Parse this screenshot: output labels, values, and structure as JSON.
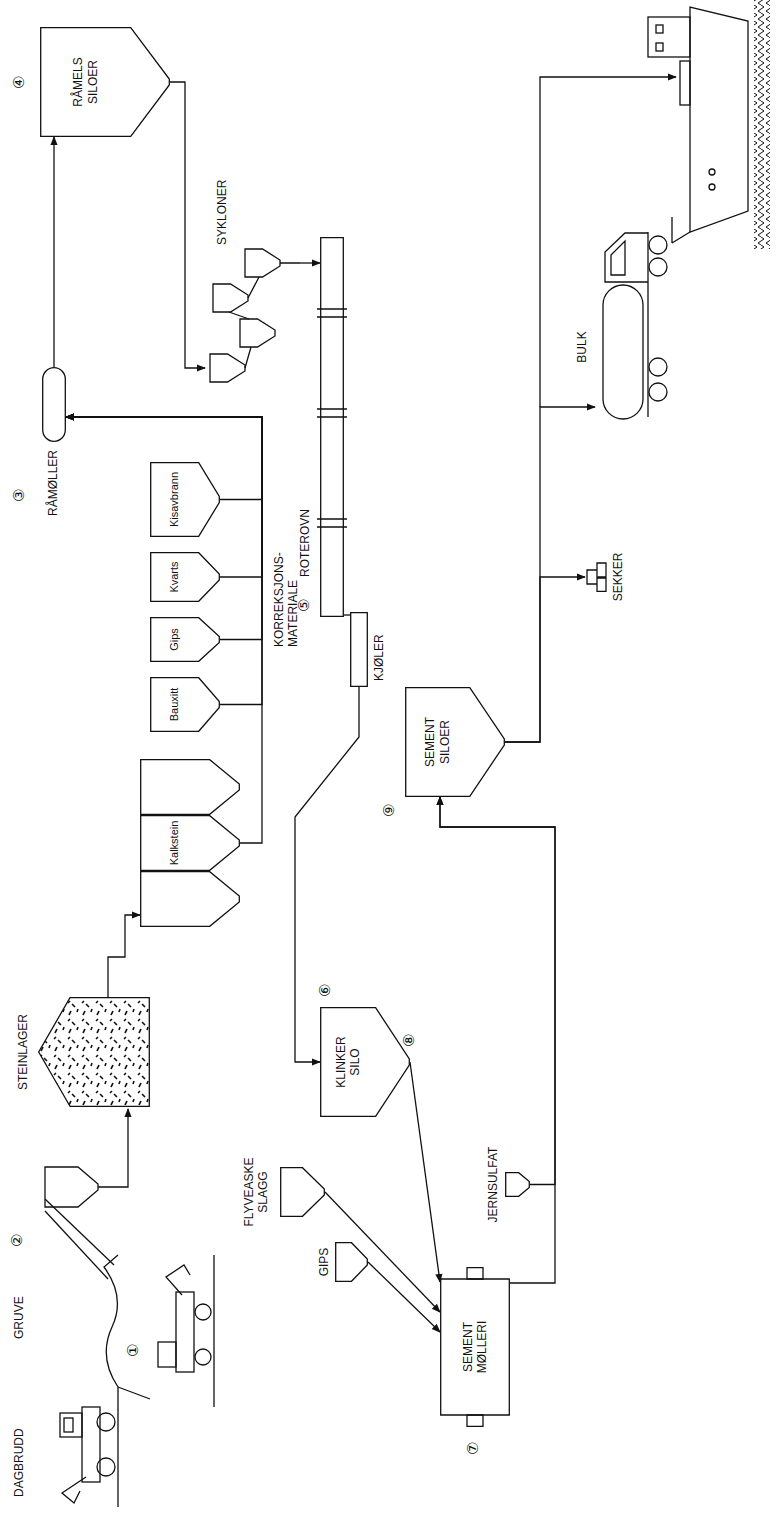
{
  "diagram": {
    "nodes": [
      {
        "text": [
          "STEINLAGER"
        ]
      },
      {
        "text": [
          "Kalkstein"
        ]
      },
      {
        "text": [
          "Bauxitt"
        ]
      },
      {
        "text": [
          "Gips"
        ]
      },
      {
        "text": [
          "Kvarts"
        ]
      },
      {
        "text": [
          "Kisavbrann"
        ]
      },
      {
        "text": [
          "RÅMØLLER"
        ]
      },
      {
        "text": [
          "RÅMELS SILOER"
        ]
      },
      {
        "text": [
          "SYKLONER"
        ]
      },
      {
        "text": [
          "ROTEROVN"
        ]
      },
      {
        "text": [
          "KJØLER"
        ]
      },
      {
        "text": [
          "KLINKER SILO"
        ]
      },
      {
        "text": [
          "FLYVEASKE SLAGG"
        ]
      },
      {
        "text": [
          "GIPS"
        ]
      },
      {
        "text": [
          "JERNSULFAT"
        ]
      },
      {
        "text": [
          "SEMENT MØLLERI"
        ]
      },
      {
        "text": [
          "SEMENT SILOER"
        ]
      },
      {
        "text": [
          "SEKKER"
        ]
      },
      {
        "text": [
          "BULK"
        ]
      }
    ],
    "edges": [
      {
        "from": 0,
        "to": 1,
        "arrow": "to"
      },
      {
        "from": 1,
        "to": 6,
        "arrow": "to"
      },
      {
        "from": 2,
        "to": 6,
        "arrow": "to"
      },
      {
        "from": 3,
        "to": 6,
        "arrow": "to"
      },
      {
        "from": 4,
        "to": 6,
        "arrow": "to"
      },
      {
        "from": 5,
        "to": 6,
        "arrow": "to"
      },
      {
        "from": 6,
        "to": 7,
        "arrow": "to"
      },
      {
        "from": 7,
        "to": 8,
        "arrow": "to"
      },
      {
        "from": 8,
        "to": 9,
        "arrow": "to"
      },
      {
        "from": 10,
        "to": 11,
        "arrow": "to"
      },
      {
        "from": 11,
        "to": 15,
        "arrow": "to"
      },
      {
        "from": 12,
        "to": 15,
        "arrow": "to"
      },
      {
        "from": 13,
        "to": 15,
        "arrow": "to"
      },
      {
        "from": 15,
        "to": 16,
        "arrow": "to"
      },
      {
        "from": 14,
        "to": 16,
        "arrow": "to"
      },
      {
        "from": 16,
        "to": 17,
        "arrow": "to"
      },
      {
        "from": 16,
        "to": 18,
        "arrow": "to"
      }
    ],
    "labels": [
      "DAGBRUDD",
      "GRUVE",
      "①",
      "②",
      "KORREKSJONS- MATERIALE",
      "③",
      "④",
      "⑤",
      "⑥",
      "⑦",
      "⑧",
      "⑨"
    ]
  }
}
